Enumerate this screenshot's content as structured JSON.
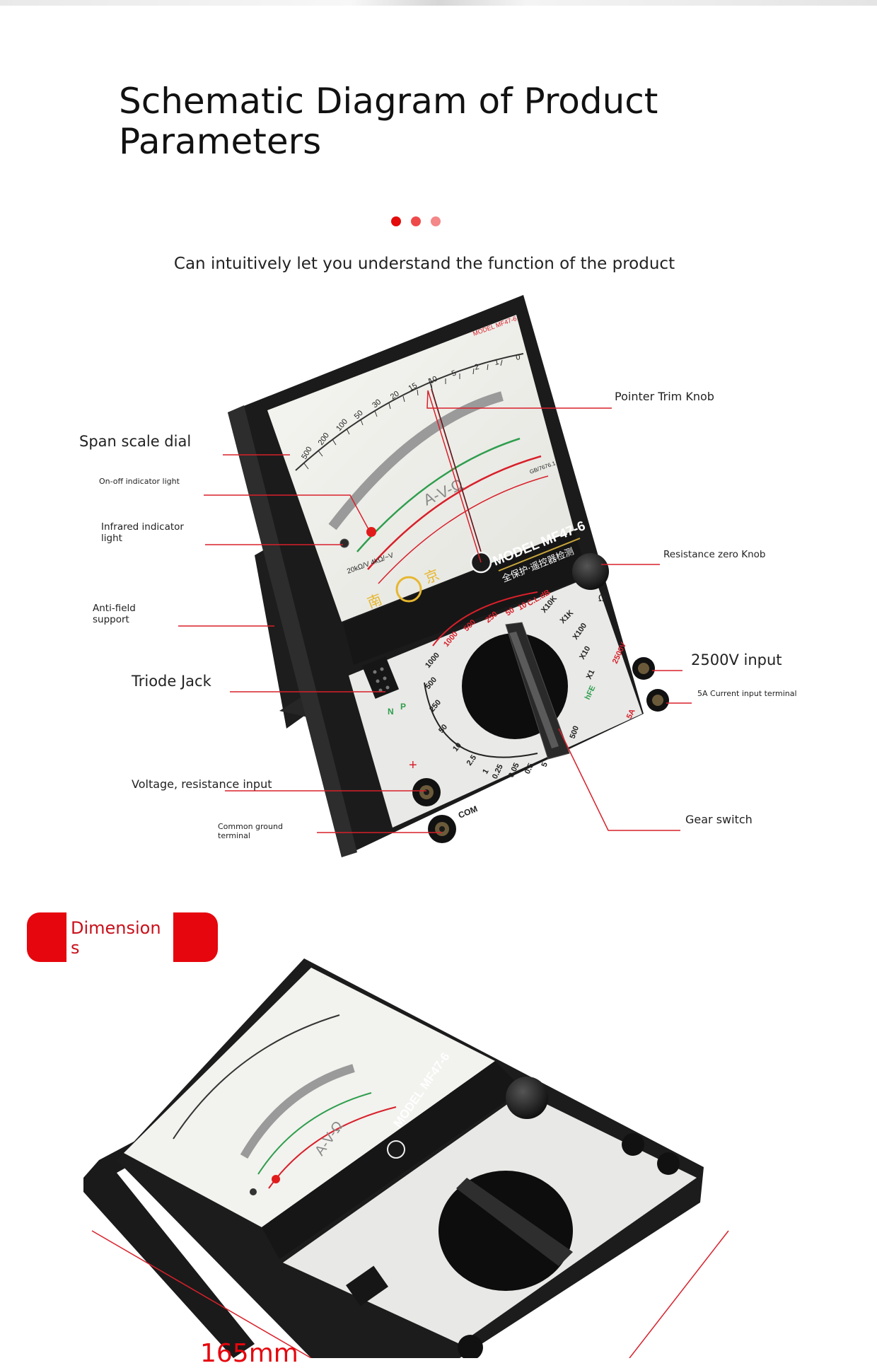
{
  "page": {
    "title": "Schematic Diagram of Product Parameters",
    "subtitle": "Can intuitively let you understand the function of the product",
    "dot_colors": [
      "#e30b0b",
      "#ef4a4a",
      "#f48787"
    ]
  },
  "device": {
    "model_label": "MODEL MF47-6",
    "subtitle_cn": "全保护·遥控器检测",
    "brand_cn": [
      "南",
      "京"
    ],
    "dial_text": "A-V-Ω",
    "standard": "GB/7676.1",
    "model_small": "MODEL MF47-6",
    "sensitivity": "20kΩ/V  4kΩ/~V",
    "terminal_labels": {
      "plus": "+",
      "com": "COM",
      "v2500": "2500V",
      "a5": "5A",
      "n": "N",
      "p": "P"
    },
    "scale_numbers": [
      "500",
      "200",
      "100",
      "50",
      "30",
      "20",
      "15",
      "10",
      "5",
      "2",
      "1",
      "0"
    ],
    "range_labels": [
      "1000",
      "500",
      "250",
      "50",
      "10",
      "C.L.dB",
      "X10K",
      "X1K",
      "X100",
      "X10",
      "X1",
      "hFE",
      "500",
      "50",
      "5",
      "0.5",
      "0.05",
      "0.25",
      "1",
      "2.5",
      "10",
      "50",
      "250",
      "500",
      "1000"
    ],
    "accent_colors": {
      "red": "#d8202a",
      "green": "#2f9e4e",
      "black": "#1a1a1a",
      "panel": "#ececec"
    }
  },
  "callouts": [
    {
      "id": "span-scale-dial",
      "text": "Span scale dial",
      "size": "big"
    },
    {
      "id": "on-off-indicator",
      "text": "On-off indicator light",
      "size": "tiny"
    },
    {
      "id": "infrared-indicator",
      "text": "Infrared indicator light",
      "size": "small"
    },
    {
      "id": "anti-field-support",
      "text": "Anti-field support",
      "size": "small"
    },
    {
      "id": "triode-jack",
      "text": "Triode Jack",
      "size": "big"
    },
    {
      "id": "voltage-resistance-input",
      "text": "Voltage, resistance input",
      "size": "mid"
    },
    {
      "id": "common-ground",
      "text": "Common ground terminal",
      "size": "tiny"
    },
    {
      "id": "pointer-trim-knob",
      "text": "Pointer Trim Knob",
      "size": "mid"
    },
    {
      "id": "resistance-zero-knob",
      "text": "Resistance zero Knob",
      "size": "small"
    },
    {
      "id": "input-2500v",
      "text": "2500V input",
      "size": "big"
    },
    {
      "id": "current-5a",
      "text": "5A Current input terminal",
      "size": "tiny"
    },
    {
      "id": "gear-switch",
      "text": "Gear switch",
      "size": "mid"
    }
  ],
  "dimensions": {
    "badge_label": "Dimension s",
    "width_label": "165mm"
  }
}
